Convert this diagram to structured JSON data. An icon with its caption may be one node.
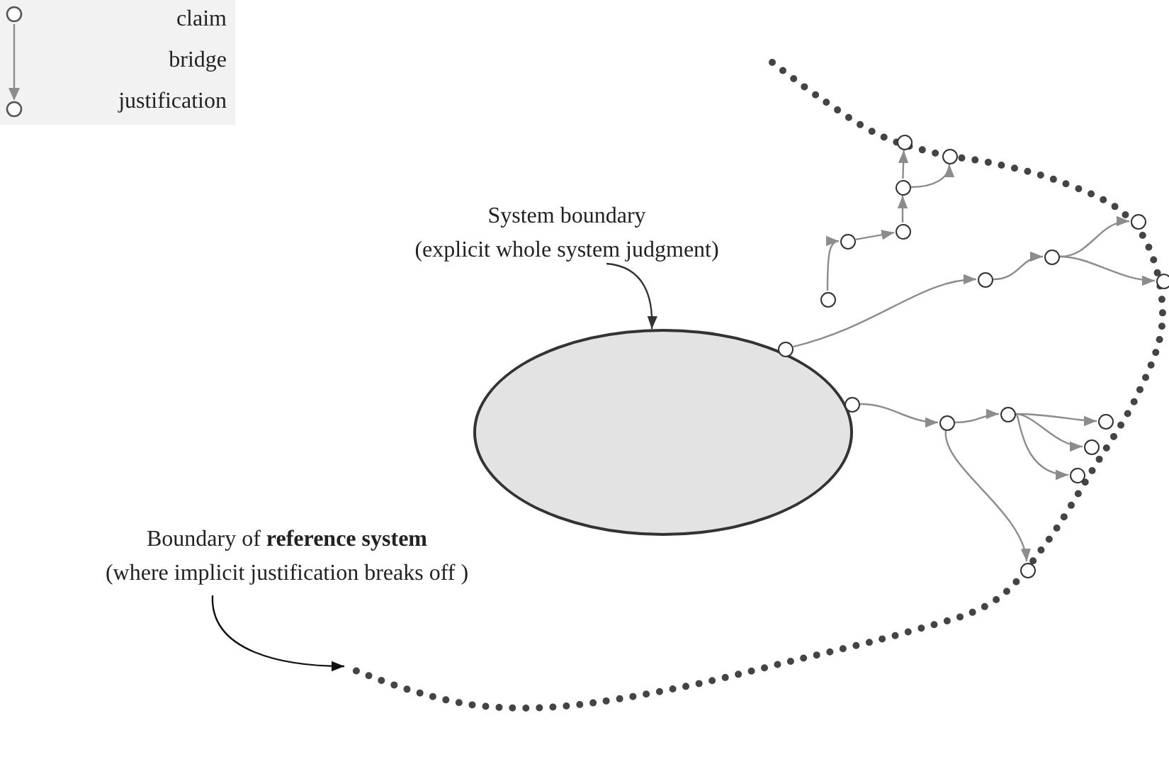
{
  "diagram": {
    "nodes": [
      {
        "text": [],
        "shape": "ellipse"
      },
      {
        "text": [
          "System boundary",
          "(explicit whole system judgment)"
        ]
      },
      {
        "text": [
          "Boundary of **reference system**",
          "(where implicit justification breaks off )"
        ]
      },
      {
        "text": [],
        "shape": "circle"
      },
      {
        "text": [],
        "shape": "circle"
      },
      {
        "text": [],
        "shape": "circle"
      },
      {
        "text": [],
        "shape": "circle"
      },
      {
        "text": [],
        "shape": "circle"
      },
      {
        "text": [],
        "shape": "circle"
      },
      {
        "text": [],
        "shape": "circle",
        "in": 0
      },
      {
        "text": [],
        "shape": "circle"
      },
      {
        "text": [],
        "shape": "circle"
      },
      {
        "text": [],
        "shape": "circle"
      },
      {
        "text": [],
        "shape": "circle"
      },
      {
        "text": [],
        "shape": "circle"
      },
      {
        "text": [],
        "shape": "circle"
      },
      {
        "text": [],
        "shape": "circle"
      },
      {
        "text": [],
        "shape": "circle"
      },
      {
        "text": [],
        "shape": "circle"
      },
      {
        "text": [],
        "shape": "circle"
      },
      {
        "text": [],
        "shape": "circle"
      }
    ],
    "edges": [
      {
        "from": 1,
        "to": 0,
        "arrow": "to",
        "color": "#333333"
      },
      {
        "from": 2,
        "to": null,
        "arrow": "to",
        "color": "#111111"
      },
      {
        "from": 3,
        "to": 4,
        "arrow": "to"
      },
      {
        "from": 4,
        "to": 5,
        "arrow": "to"
      },
      {
        "from": 5,
        "to": 6,
        "arrow": "to"
      },
      {
        "from": 6,
        "to": 7,
        "arrow": "to"
      },
      {
        "from": 6,
        "to": 8,
        "arrow": "to"
      },
      {
        "from": 9,
        "to": 10,
        "arrow": "to"
      },
      {
        "from": 10,
        "to": 11,
        "arrow": "to"
      },
      {
        "from": 11,
        "to": 12,
        "arrow": "to"
      },
      {
        "from": 11,
        "to": 13,
        "arrow": "to"
      },
      {
        "from": 14,
        "to": 15,
        "arrow": "to"
      },
      {
        "from": 15,
        "to": 16,
        "arrow": "to"
      },
      {
        "from": 16,
        "to": 17,
        "arrow": "to"
      },
      {
        "from": 16,
        "to": 18,
        "arrow": "to"
      },
      {
        "from": 16,
        "to": 19,
        "arrow": "to"
      },
      {
        "from": 15,
        "to": 20,
        "arrow": "to"
      }
    ],
    "legend": [
      {
        "text": "claim"
      },
      {
        "text": "bridge"
      },
      {
        "text": "justification"
      }
    ]
  }
}
